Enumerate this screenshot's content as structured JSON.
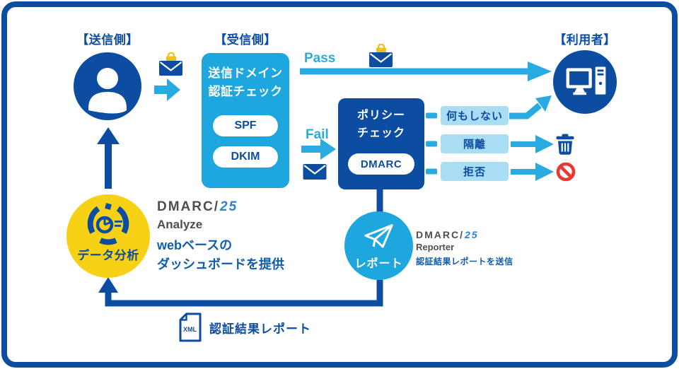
{
  "labels": {
    "sender": "【送信側】",
    "receiver": "【受信側】",
    "user": "【利用者】"
  },
  "auth_check": {
    "title_line1": "送信ドメイン",
    "title_line2": "認証チェック",
    "spf": "SPF",
    "dkim": "DKIM"
  },
  "flow": {
    "pass": "Pass",
    "fail": "Fail"
  },
  "policy_check": {
    "title_line1": "ポリシー",
    "title_line2": "チェック",
    "dmarc": "DMARC",
    "actions": [
      {
        "label": "何もしない"
      },
      {
        "label": "隔離"
      },
      {
        "label": "拒否"
      }
    ]
  },
  "analyze": {
    "circle_label": "データ分析",
    "logo_brand": "DMARC/",
    "logo_suffix": "25",
    "product": "Analyze",
    "desc_line1": "webベースの",
    "desc_line2": "ダッシュボードを提供"
  },
  "reporter": {
    "circle_label": "レポート",
    "logo_brand": "DMARC/",
    "logo_suffix": "25",
    "product": "Reporter",
    "desc": "認証結果レポートを送信"
  },
  "xml_report": {
    "badge": "XML",
    "label": "認証結果レポート"
  },
  "colors": {
    "dark_blue": "#0d4da1",
    "cyan": "#29abe2",
    "box_cyan": "#1ea7de",
    "light_blue": "#a9ddf3",
    "yellow": "#f6d116",
    "red": "#e8382f",
    "gray_text": "#4e4e50",
    "logo_blue": "#2f80d3",
    "desc_blue": "#0f5cad"
  }
}
